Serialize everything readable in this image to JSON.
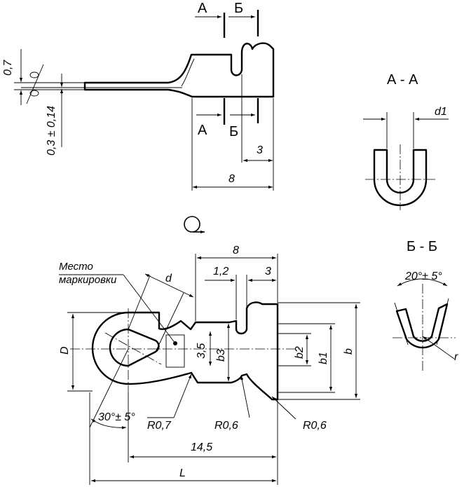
{
  "side_view": {
    "section_a_top": "А",
    "section_b_top": "Б",
    "section_a_bottom": "А",
    "section_b_bottom": "Б",
    "dim_thickness_07": "0,7",
    "dim_thickness_03": "0,3 ± 0,14",
    "dim_3": "3",
    "dim_8": "8"
  },
  "section_aa": {
    "title": "А - А",
    "dim_d1": "d1"
  },
  "section_bb": {
    "title": "Б - Б",
    "dim_angle": "20°± 5°",
    "dim_r": "r"
  },
  "plan_view": {
    "marking_label_1": "Место",
    "marking_label_2": "маркировки",
    "dim_8": "8",
    "dim_1_2": "1,2",
    "dim_3": "3",
    "dim_d": "d",
    "dim_D": "D",
    "dim_3_5": "3,5",
    "dim_b3": "b3",
    "dim_b2": "b2",
    "dim_b1": "b1",
    "dim_b": "b",
    "dim_angle_30": "30°± 5°",
    "dim_r07": "R0,7",
    "dim_r06_a": "R0,6",
    "dim_r06_b": "R0,6",
    "dim_14_5": "14,5",
    "dim_L": "L"
  }
}
